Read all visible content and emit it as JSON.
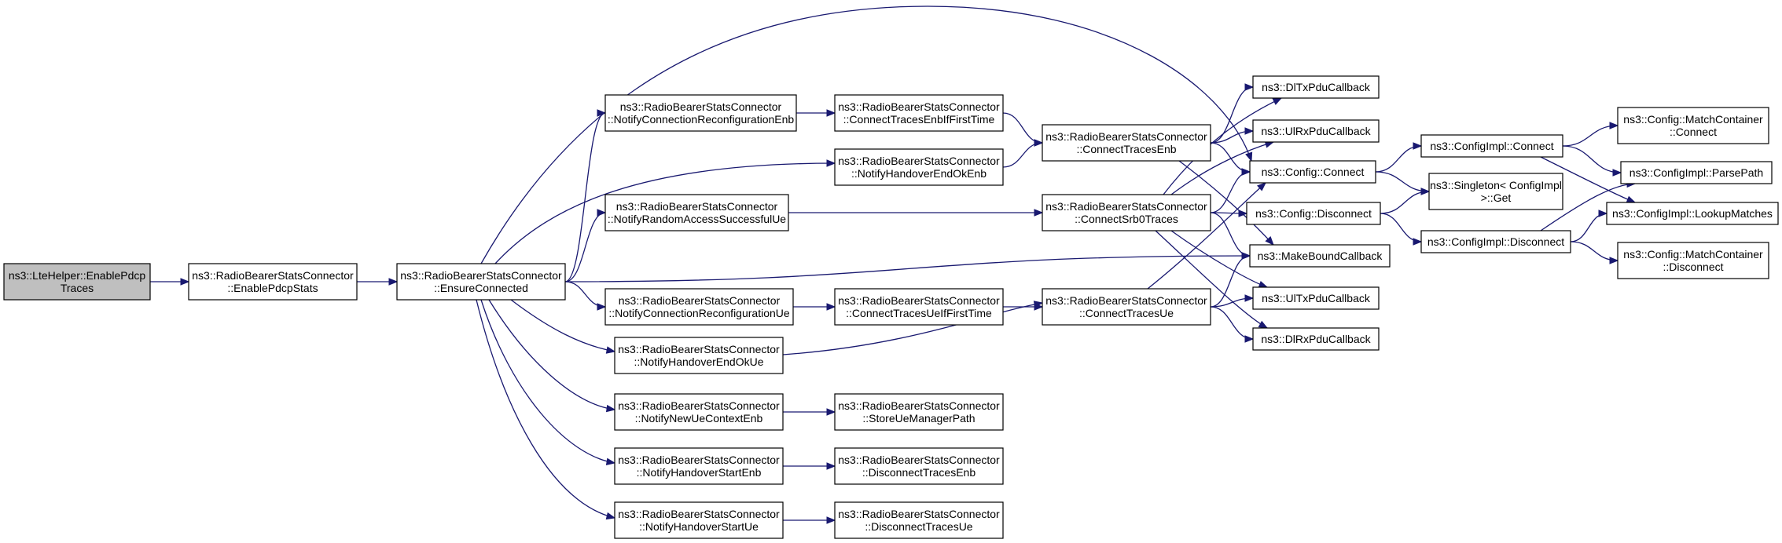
{
  "diagram": {
    "colors": {
      "edge": "#191970",
      "node_fill": "#ffffff",
      "root_fill": "#bfbfbf",
      "border": "#000000"
    },
    "nodes": [
      {
        "id": "root",
        "lines": [
          "ns3::LteHelper::EnablePdcp",
          "Traces"
        ],
        "highlight": true
      },
      {
        "id": "enablePdcpStats",
        "lines": [
          "ns3::RadioBearerStatsConnector",
          "::EnablePdcpStats"
        ]
      },
      {
        "id": "ensureConnected",
        "lines": [
          "ns3::RadioBearerStatsConnector",
          "::EnsureConnected"
        ]
      },
      {
        "id": "notifyConnReconfEnb",
        "lines": [
          "ns3::RadioBearerStatsConnector",
          "::NotifyConnectionReconfigurationEnb"
        ]
      },
      {
        "id": "notifyHandoverEndOkEnb",
        "lines": [
          "ns3::RadioBearerStatsConnector",
          "::NotifyHandoverEndOkEnb"
        ]
      },
      {
        "id": "notifyRandomAccess",
        "lines": [
          "ns3::RadioBearerStatsConnector",
          "::NotifyRandomAccessSuccessfulUe"
        ]
      },
      {
        "id": "notifyConnReconfUe",
        "lines": [
          "ns3::RadioBearerStatsConnector",
          "::NotifyConnectionReconfigurationUe"
        ]
      },
      {
        "id": "notifyHandoverEndOkUe",
        "lines": [
          "ns3::RadioBearerStatsConnector",
          "::NotifyHandoverEndOkUe"
        ]
      },
      {
        "id": "notifyNewUeContextEnb",
        "lines": [
          "ns3::RadioBearerStatsConnector",
          "::NotifyNewUeContextEnb"
        ]
      },
      {
        "id": "notifyHandoverStartEnb",
        "lines": [
          "ns3::RadioBearerStatsConnector",
          "::NotifyHandoverStartEnb"
        ]
      },
      {
        "id": "notifyHandoverStartUe",
        "lines": [
          "ns3::RadioBearerStatsConnector",
          "::NotifyHandoverStartUe"
        ]
      },
      {
        "id": "connectTracesEnbIfFirst",
        "lines": [
          "ns3::RadioBearerStatsConnector",
          "::ConnectTracesEnbIfFirstTime"
        ]
      },
      {
        "id": "connectTracesUeIfFirst",
        "lines": [
          "ns3::RadioBearerStatsConnector",
          "::ConnectTracesUeIfFirstTime"
        ]
      },
      {
        "id": "storeUeManagerPath",
        "lines": [
          "ns3::RadioBearerStatsConnector",
          "::StoreUeManagerPath"
        ]
      },
      {
        "id": "disconnectTracesEnb",
        "lines": [
          "ns3::RadioBearerStatsConnector",
          "::DisconnectTracesEnb"
        ]
      },
      {
        "id": "disconnectTracesUe",
        "lines": [
          "ns3::RadioBearerStatsConnector",
          "::DisconnectTracesUe"
        ]
      },
      {
        "id": "connectTracesEnb",
        "lines": [
          "ns3::RadioBearerStatsConnector",
          "::ConnectTracesEnb"
        ]
      },
      {
        "id": "connectSrb0Traces",
        "lines": [
          "ns3::RadioBearerStatsConnector",
          "::ConnectSrb0Traces"
        ]
      },
      {
        "id": "connectTracesUe",
        "lines": [
          "ns3::RadioBearerStatsConnector",
          "::ConnectTracesUe"
        ]
      },
      {
        "id": "dlTxPdu",
        "lines": [
          "ns3::DlTxPduCallback"
        ]
      },
      {
        "id": "ulRxPdu",
        "lines": [
          "ns3::UlRxPduCallback"
        ]
      },
      {
        "id": "configConnect",
        "lines": [
          "ns3::Config::Connect"
        ]
      },
      {
        "id": "configDisconnect",
        "lines": [
          "ns3::Config::Disconnect"
        ]
      },
      {
        "id": "makeBoundCallback",
        "lines": [
          "ns3::MakeBoundCallback"
        ]
      },
      {
        "id": "ulTxPdu",
        "lines": [
          "ns3::UlTxPduCallback"
        ]
      },
      {
        "id": "dlRxPdu",
        "lines": [
          "ns3::DlRxPduCallback"
        ]
      },
      {
        "id": "configImplConnect",
        "lines": [
          "ns3::ConfigImpl::Connect"
        ]
      },
      {
        "id": "singletonGet",
        "lines": [
          "ns3::Singleton< ConfigImpl",
          " >::Get"
        ]
      },
      {
        "id": "configImplDisconnect",
        "lines": [
          "ns3::ConfigImpl::Disconnect"
        ]
      },
      {
        "id": "matchContainerConnect",
        "lines": [
          "ns3::Config::MatchContainer",
          "::Connect"
        ]
      },
      {
        "id": "parsePath",
        "lines": [
          "ns3::ConfigImpl::ParsePath"
        ]
      },
      {
        "id": "lookupMatches",
        "lines": [
          "ns3::ConfigImpl::LookupMatches"
        ]
      },
      {
        "id": "matchContainerDisconnect",
        "lines": [
          "ns3::Config::MatchContainer",
          "::Disconnect"
        ]
      }
    ],
    "edges": [
      [
        "root",
        "enablePdcpStats"
      ],
      [
        "enablePdcpStats",
        "ensureConnected"
      ],
      [
        "ensureConnected",
        "configConnect"
      ],
      [
        "ensureConnected",
        "notifyConnReconfEnb"
      ],
      [
        "ensureConnected",
        "notifyHandoverEndOkEnb"
      ],
      [
        "ensureConnected",
        "notifyRandomAccess"
      ],
      [
        "ensureConnected",
        "makeBoundCallback"
      ],
      [
        "ensureConnected",
        "notifyConnReconfUe"
      ],
      [
        "ensureConnected",
        "notifyHandoverEndOkUe"
      ],
      [
        "ensureConnected",
        "notifyNewUeContextEnb"
      ],
      [
        "ensureConnected",
        "notifyHandoverStartEnb"
      ],
      [
        "ensureConnected",
        "notifyHandoverStartUe"
      ],
      [
        "notifyConnReconfEnb",
        "connectTracesEnbIfFirst"
      ],
      [
        "notifyHandoverEndOkEnb",
        "connectTracesEnb"
      ],
      [
        "connectTracesEnbIfFirst",
        "connectTracesEnb"
      ],
      [
        "notifyRandomAccess",
        "connectSrb0Traces"
      ],
      [
        "notifyConnReconfUe",
        "connectTracesUeIfFirst"
      ],
      [
        "connectTracesUeIfFirst",
        "connectTracesUe"
      ],
      [
        "notifyHandoverEndOkUe",
        "connectTracesUe"
      ],
      [
        "notifyNewUeContextEnb",
        "storeUeManagerPath"
      ],
      [
        "notifyHandoverStartEnb",
        "disconnectTracesEnb"
      ],
      [
        "notifyHandoverStartUe",
        "disconnectTracesUe"
      ],
      [
        "connectTracesEnb",
        "dlTxPdu"
      ],
      [
        "connectTracesEnb",
        "ulRxPdu"
      ],
      [
        "connectTracesEnb",
        "configConnect"
      ],
      [
        "connectTracesEnb",
        "makeBoundCallback"
      ],
      [
        "connectSrb0Traces",
        "dlTxPdu"
      ],
      [
        "connectSrb0Traces",
        "ulRxPdu"
      ],
      [
        "connectSrb0Traces",
        "configConnect"
      ],
      [
        "connectSrb0Traces",
        "configDisconnect"
      ],
      [
        "connectSrb0Traces",
        "makeBoundCallback"
      ],
      [
        "connectSrb0Traces",
        "ulTxPdu"
      ],
      [
        "connectSrb0Traces",
        "dlRxPdu"
      ],
      [
        "connectTracesUe",
        "configConnect"
      ],
      [
        "connectTracesUe",
        "makeBoundCallback"
      ],
      [
        "connectTracesUe",
        "ulTxPdu"
      ],
      [
        "connectTracesUe",
        "dlRxPdu"
      ],
      [
        "configConnect",
        "configImplConnect"
      ],
      [
        "configConnect",
        "singletonGet"
      ],
      [
        "configDisconnect",
        "singletonGet"
      ],
      [
        "configDisconnect",
        "configImplDisconnect"
      ],
      [
        "configImplConnect",
        "matchContainerConnect"
      ],
      [
        "configImplConnect",
        "parsePath"
      ],
      [
        "configImplConnect",
        "lookupMatches"
      ],
      [
        "configImplDisconnect",
        "parsePath"
      ],
      [
        "configImplDisconnect",
        "lookupMatches"
      ],
      [
        "configImplDisconnect",
        "matchContainerDisconnect"
      ]
    ]
  }
}
